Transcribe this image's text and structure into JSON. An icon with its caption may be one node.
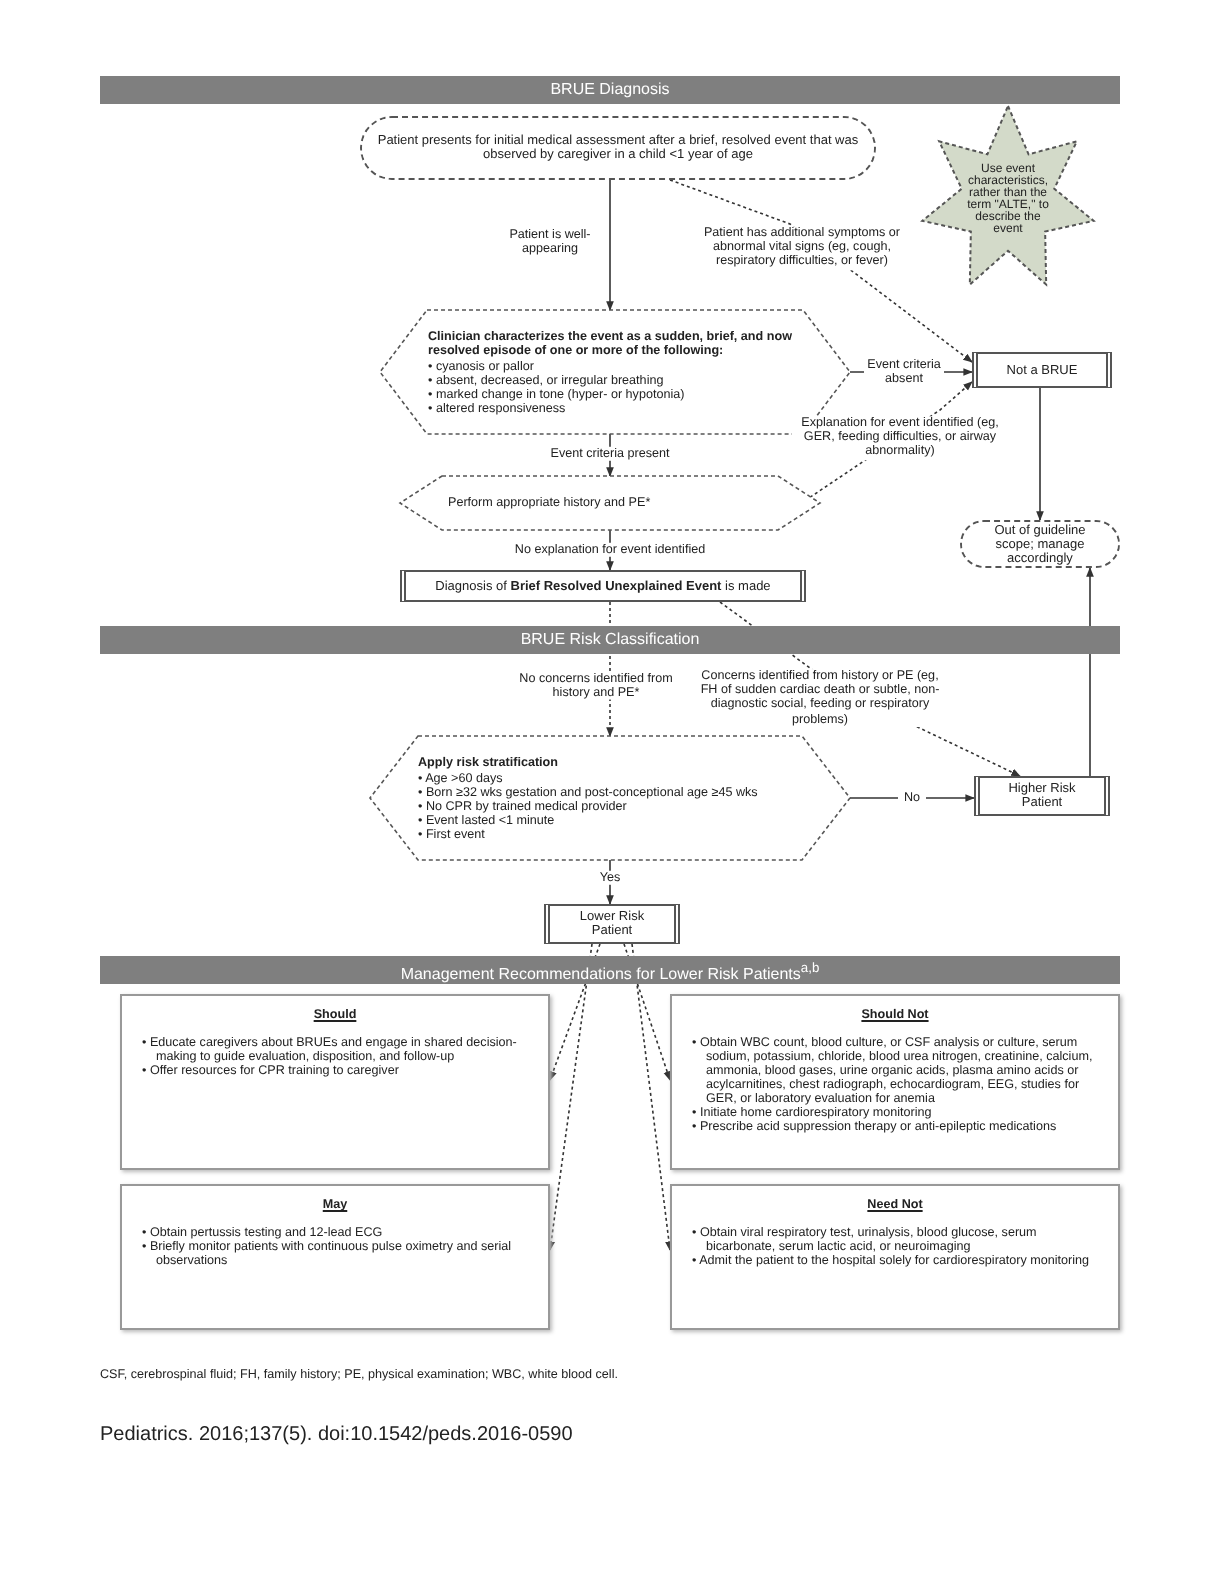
{
  "diagram": {
    "nodes": [
      {
        "text": [
          "Patient presents for initial medical assessment after a brief, resolved event that was observed by caregiver in a child <1 year of age"
        ]
      },
      {
        "text": [
          "Use event characteristics, rather than the term \"ALTE,\" to describe the event"
        ]
      },
      {
        "text": [
          "Clinician characterizes the event as a sudden, brief, and now resolved episode of one or more of the following:",
          "• cyanosis or pallor",
          "• absent, decreased, or irregular breathing",
          "• marked change in tone (hyper- or hypotonia)",
          "• altered responsiveness"
        ]
      },
      {
        "text": [
          "Not a BRUE"
        ]
      },
      {
        "text": [
          "Perform appropriate history and PE*"
        ]
      },
      {
        "text": [
          "Out of guideline scope; manage accordingly"
        ]
      },
      {
        "text": [
          "Diagnosis of **Brief Resolved Unexplained Event** is made"
        ]
      },
      {
        "text": [
          "Apply risk stratification",
          "• Age >60 days",
          "• Born ≥32 wks gestation and post-conceptional age ≥45 wks",
          "• No CPR by trained medical provider",
          "• Event lasted <1 minute",
          "• First event"
        ]
      },
      {
        "text": [
          "Higher Risk Patient"
        ]
      },
      {
        "text": [
          "Lower Risk Patient"
        ]
      },
      {
        "text": [
          "Should",
          "• Educate caregivers about BRUEs and engage in shared decision-making to guide evaluation, disposition, and follow-up",
          "• Offer resources for CPR training to caregiver"
        ]
      },
      {
        "text": [
          "Should Not",
          "• Obtain WBC count, blood culture, or CSF analysis or culture, serum sodium, potassium, chloride, blood urea nitrogen, creatinine, calcium, ammonia, blood gases, urine organic acids, plasma amino acids or acylcarnitines, chest radiograph, echocardiogram, EEG, studies for GER, or laboratory evaluation for anemia",
          "• Initiate home cardiorespiratory monitoring",
          "• Prescribe acid suppression therapy or anti-epileptic medications"
        ]
      },
      {
        "text": [
          "May",
          "• Obtain pertussis testing and 12-lead ECG",
          "• Briefly monitor patients with continuous pulse oximetry and serial observations"
        ]
      },
      {
        "text": [
          "Need Not",
          "• Obtain viral respiratory test, urinalysis, blood glucose, serum bicarbonate, serum lactic acid, or neuroimaging",
          "• Admit the patient to the hospital solely for cardiorespiratory monitoring"
        ]
      }
    ],
    "edges": [
      {
        "from": 0,
        "to": 2,
        "arrow": "to",
        "label": "Patient is well-appearing"
      },
      {
        "from": 0,
        "to": 3,
        "arrow": "to",
        "style": "dashed",
        "label": "Patient has additional symptoms or abnormal vital signs (eg, cough, respiratory difficulties, or fever)"
      },
      {
        "from": 2,
        "to": 3,
        "arrow": "to",
        "label": "Event criteria absent"
      },
      {
        "from": 2,
        "to": 4,
        "arrow": "to",
        "label": "Event criteria present"
      },
      {
        "from": 4,
        "to": 3,
        "arrow": "to",
        "style": "dashed",
        "label": "Explanation for event identified (eg, GER, feeding difficulties, or airway abnormality)"
      },
      {
        "from": 4,
        "to": 6,
        "arrow": "to",
        "label": "No explanation for event identified"
      },
      {
        "from": 3,
        "to": 5,
        "arrow": "to"
      },
      {
        "from": 6,
        "to": 7,
        "arrow": "to",
        "style": "dashed",
        "label": "No concerns identified from history and PE*"
      },
      {
        "from": 6,
        "to": 8,
        "arrow": "to",
        "style": "dashed",
        "label": "Concerns identified from history or PE (eg, FH of sudden cardiac death or subtle, non-diagnostic social, feeding or respiratory problems)"
      },
      {
        "from": 8,
        "to": 5,
        "arrow": "to"
      },
      {
        "from": 7,
        "to": 8,
        "arrow": "to",
        "label": "No"
      },
      {
        "from": 7,
        "to": 9,
        "arrow": "to",
        "label": "Yes"
      },
      {
        "from": 9,
        "to": 10,
        "arrow": "to",
        "style": "dashed"
      },
      {
        "from": 9,
        "to": 11,
        "arrow": "to",
        "style": "dashed"
      },
      {
        "from": 9,
        "to": 12,
        "arrow": "to",
        "style": "dashed"
      },
      {
        "from": 9,
        "to": 13,
        "arrow": "to",
        "style": "dashed"
      }
    ],
    "labels": [
      "BRUE Diagnosis",
      "BRUE Risk Classification",
      "Management Recommendations for Lower Risk Patients$^{a,b}$",
      "CSF, cerebrospinal fluid; FH, family history; PE, physical examination; WBC, white blood cell.",
      "Pediatrics. 2016;137(5). doi:10.1542/peds.2016-0590"
    ]
  }
}
